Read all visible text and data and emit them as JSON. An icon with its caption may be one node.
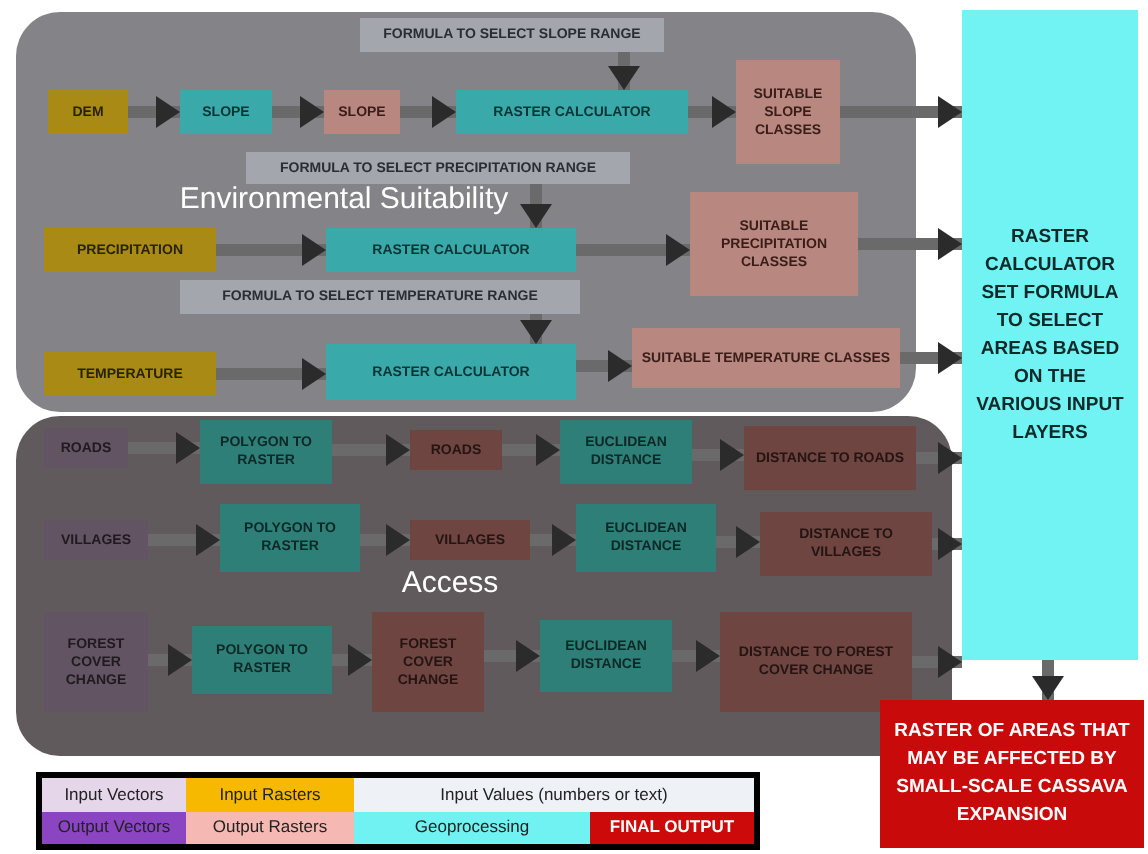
{
  "diagram": {
    "nodes": [
      {
        "text": [
          "Environmental Suitability"
        ]
      },
      {
        "text": [
          "DEM"
        ],
        "in": 0
      },
      {
        "text": [
          "SLOPE"
        ],
        "in": 0
      },
      {
        "text": [
          "SLOPE"
        ],
        "in": 0
      },
      {
        "text": [
          "FORMULA TO SELECT SLOPE RANGE"
        ],
        "in": 0
      },
      {
        "text": [
          "RASTER CALCULATOR"
        ],
        "in": 0
      },
      {
        "text": [
          "SUITABLE SLOPE CLASSES"
        ],
        "in": 0
      },
      {
        "text": [
          "FORMULA TO SELECT PRECIPITATION RANGE"
        ],
        "in": 0
      },
      {
        "text": [
          "PRECIPITATION"
        ],
        "in": 0
      },
      {
        "text": [
          "RASTER CALCULATOR"
        ],
        "in": 0
      },
      {
        "text": [
          "SUITABLE PRECIPITATION CLASSES"
        ],
        "in": 0
      },
      {
        "text": [
          "FORMULA TO SELECT TEMPERATURE RANGE"
        ],
        "in": 0
      },
      {
        "text": [
          "TEMPERATURE"
        ],
        "in": 0
      },
      {
        "text": [
          "RASTER CALCULATOR"
        ],
        "in": 0
      },
      {
        "text": [
          "SUITABLE TEMPERATURE CLASSES"
        ],
        "in": 0
      },
      {
        "text": [
          "Access"
        ]
      },
      {
        "text": [
          "ROADS"
        ],
        "in": 15
      },
      {
        "text": [
          "POLYGON TO RASTER"
        ],
        "in": 15
      },
      {
        "text": [
          "ROADS"
        ],
        "in": 15
      },
      {
        "text": [
          "EUCLIDEAN DISTANCE"
        ],
        "in": 15
      },
      {
        "text": [
          "DISTANCE TO ROADS"
        ],
        "in": 15
      },
      {
        "text": [
          "VILLAGES"
        ],
        "in": 15
      },
      {
        "text": [
          "POLYGON TO RASTER"
        ],
        "in": 15
      },
      {
        "text": [
          "VILLAGES"
        ],
        "in": 15
      },
      {
        "text": [
          "EUCLIDEAN DISTANCE"
        ],
        "in": 15
      },
      {
        "text": [
          "DISTANCE TO VILLAGES"
        ],
        "in": 15
      },
      {
        "text": [
          "FOREST COVER CHANGE"
        ],
        "in": 15
      },
      {
        "text": [
          "POLYGON TO RASTER"
        ],
        "in": 15
      },
      {
        "text": [
          "FOREST COVER CHANGE"
        ],
        "in": 15
      },
      {
        "text": [
          "EUCLIDEAN DISTANCE"
        ],
        "in": 15
      },
      {
        "text": [
          "DISTANCE TO FOREST COVER CHANGE"
        ],
        "in": 15
      },
      {
        "text": [
          "RASTER CALCULATOR SET FORMULA TO SELECT AREAS BASED ON THE VARIOUS INPUT LAYERS"
        ]
      },
      {
        "text": [
          "RASTER OF AREAS THAT MAY BE AFFECTED BY SMALL-SCALE CASSAVA EXPANSION"
        ]
      }
    ],
    "edges": [
      {
        "from": 1,
        "to": 2,
        "arrow": "to"
      },
      {
        "from": 2,
        "to": 3,
        "arrow": "to"
      },
      {
        "from": 3,
        "to": 5,
        "arrow": "to"
      },
      {
        "from": 4,
        "to": 5,
        "arrow": "to"
      },
      {
        "from": 5,
        "to": 6,
        "arrow": "to"
      },
      {
        "from": 6,
        "to": 31,
        "arrow": "to"
      },
      {
        "from": 7,
        "to": 9,
        "arrow": "to"
      },
      {
        "from": 8,
        "to": 9,
        "arrow": "to"
      },
      {
        "from": 9,
        "to": 10,
        "arrow": "to"
      },
      {
        "from": 10,
        "to": 31,
        "arrow": "to"
      },
      {
        "from": 11,
        "to": 13,
        "arrow": "to"
      },
      {
        "from": 12,
        "to": 13,
        "arrow": "to"
      },
      {
        "from": 13,
        "to": 14,
        "arrow": "to"
      },
      {
        "from": 14,
        "to": 31,
        "arrow": "to"
      },
      {
        "from": 16,
        "to": 17,
        "arrow": "to"
      },
      {
        "from": 17,
        "to": 18,
        "arrow": "to"
      },
      {
        "from": 18,
        "to": 19,
        "arrow": "to"
      },
      {
        "from": 19,
        "to": 20,
        "arrow": "to"
      },
      {
        "from": 20,
        "to": 31,
        "arrow": "to"
      },
      {
        "from": 21,
        "to": 22,
        "arrow": "to"
      },
      {
        "from": 22,
        "to": 23,
        "arrow": "to"
      },
      {
        "from": 23,
        "to": 24,
        "arrow": "to"
      },
      {
        "from": 24,
        "to": 25,
        "arrow": "to"
      },
      {
        "from": 25,
        "to": 31,
        "arrow": "to"
      },
      {
        "from": 26,
        "to": 27,
        "arrow": "to"
      },
      {
        "from": 27,
        "to": 28,
        "arrow": "to"
      },
      {
        "from": 28,
        "to": 29,
        "arrow": "to"
      },
      {
        "from": 29,
        "to": 30,
        "arrow": "to"
      },
      {
        "from": 30,
        "to": 31,
        "arrow": "to"
      },
      {
        "from": 31,
        "to": 32,
        "arrow": "to"
      }
    ],
    "legend": [
      {
        "text": "Input Vectors",
        "color": "#e6d6ea"
      },
      {
        "text": "Input Rasters",
        "color": "#f7b900"
      },
      {
        "text": "Input Values (numbers or text)",
        "color": "#eef1f5"
      },
      {
        "text": "Output Vectors",
        "color": "#8b45c2"
      },
      {
        "text": "Output Rasters",
        "color": "#f5b8b2"
      },
      {
        "text": "Geoprocessing",
        "color": "#70f2f2"
      },
      {
        "text": "FINAL OUTPUT",
        "color": "#cc0a0a"
      }
    ]
  }
}
